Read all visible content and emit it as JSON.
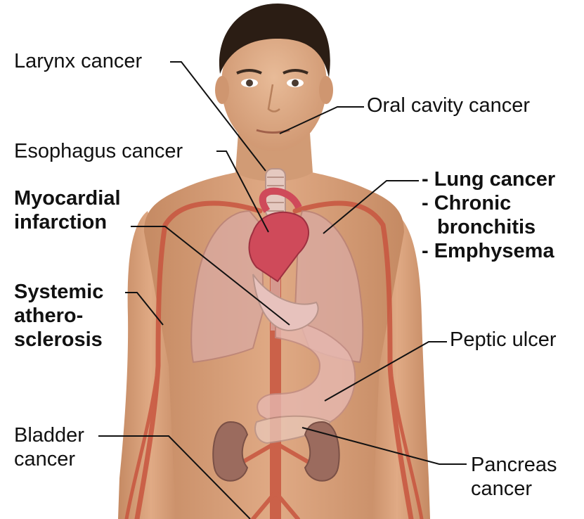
{
  "labels": {
    "larynx": "Larynx cancer",
    "oral": "Oral cavity cancer",
    "esophagus": "Esophagus cancer",
    "myocardial": [
      "Myocardial",
      "infarction"
    ],
    "lung": [
      "- Lung cancer",
      "- Chronic",
      "bronchitis",
      "- Emphysema"
    ],
    "systemic": [
      "Systemic",
      "athero-",
      "sclerosis"
    ],
    "peptic": "Peptic ulcer",
    "bladder": [
      "Bladder",
      "cancer"
    ],
    "pancreas": [
      "Pancreas",
      "cancer"
    ]
  },
  "colors": {
    "skin": "#d9a07a",
    "hair": "#2b1d14",
    "vessel": "#c8553f",
    "lung": "#d9a9a0",
    "heart": "#cf4a5a",
    "kidney": "#9b6b5e",
    "leader_line": "#111111"
  }
}
